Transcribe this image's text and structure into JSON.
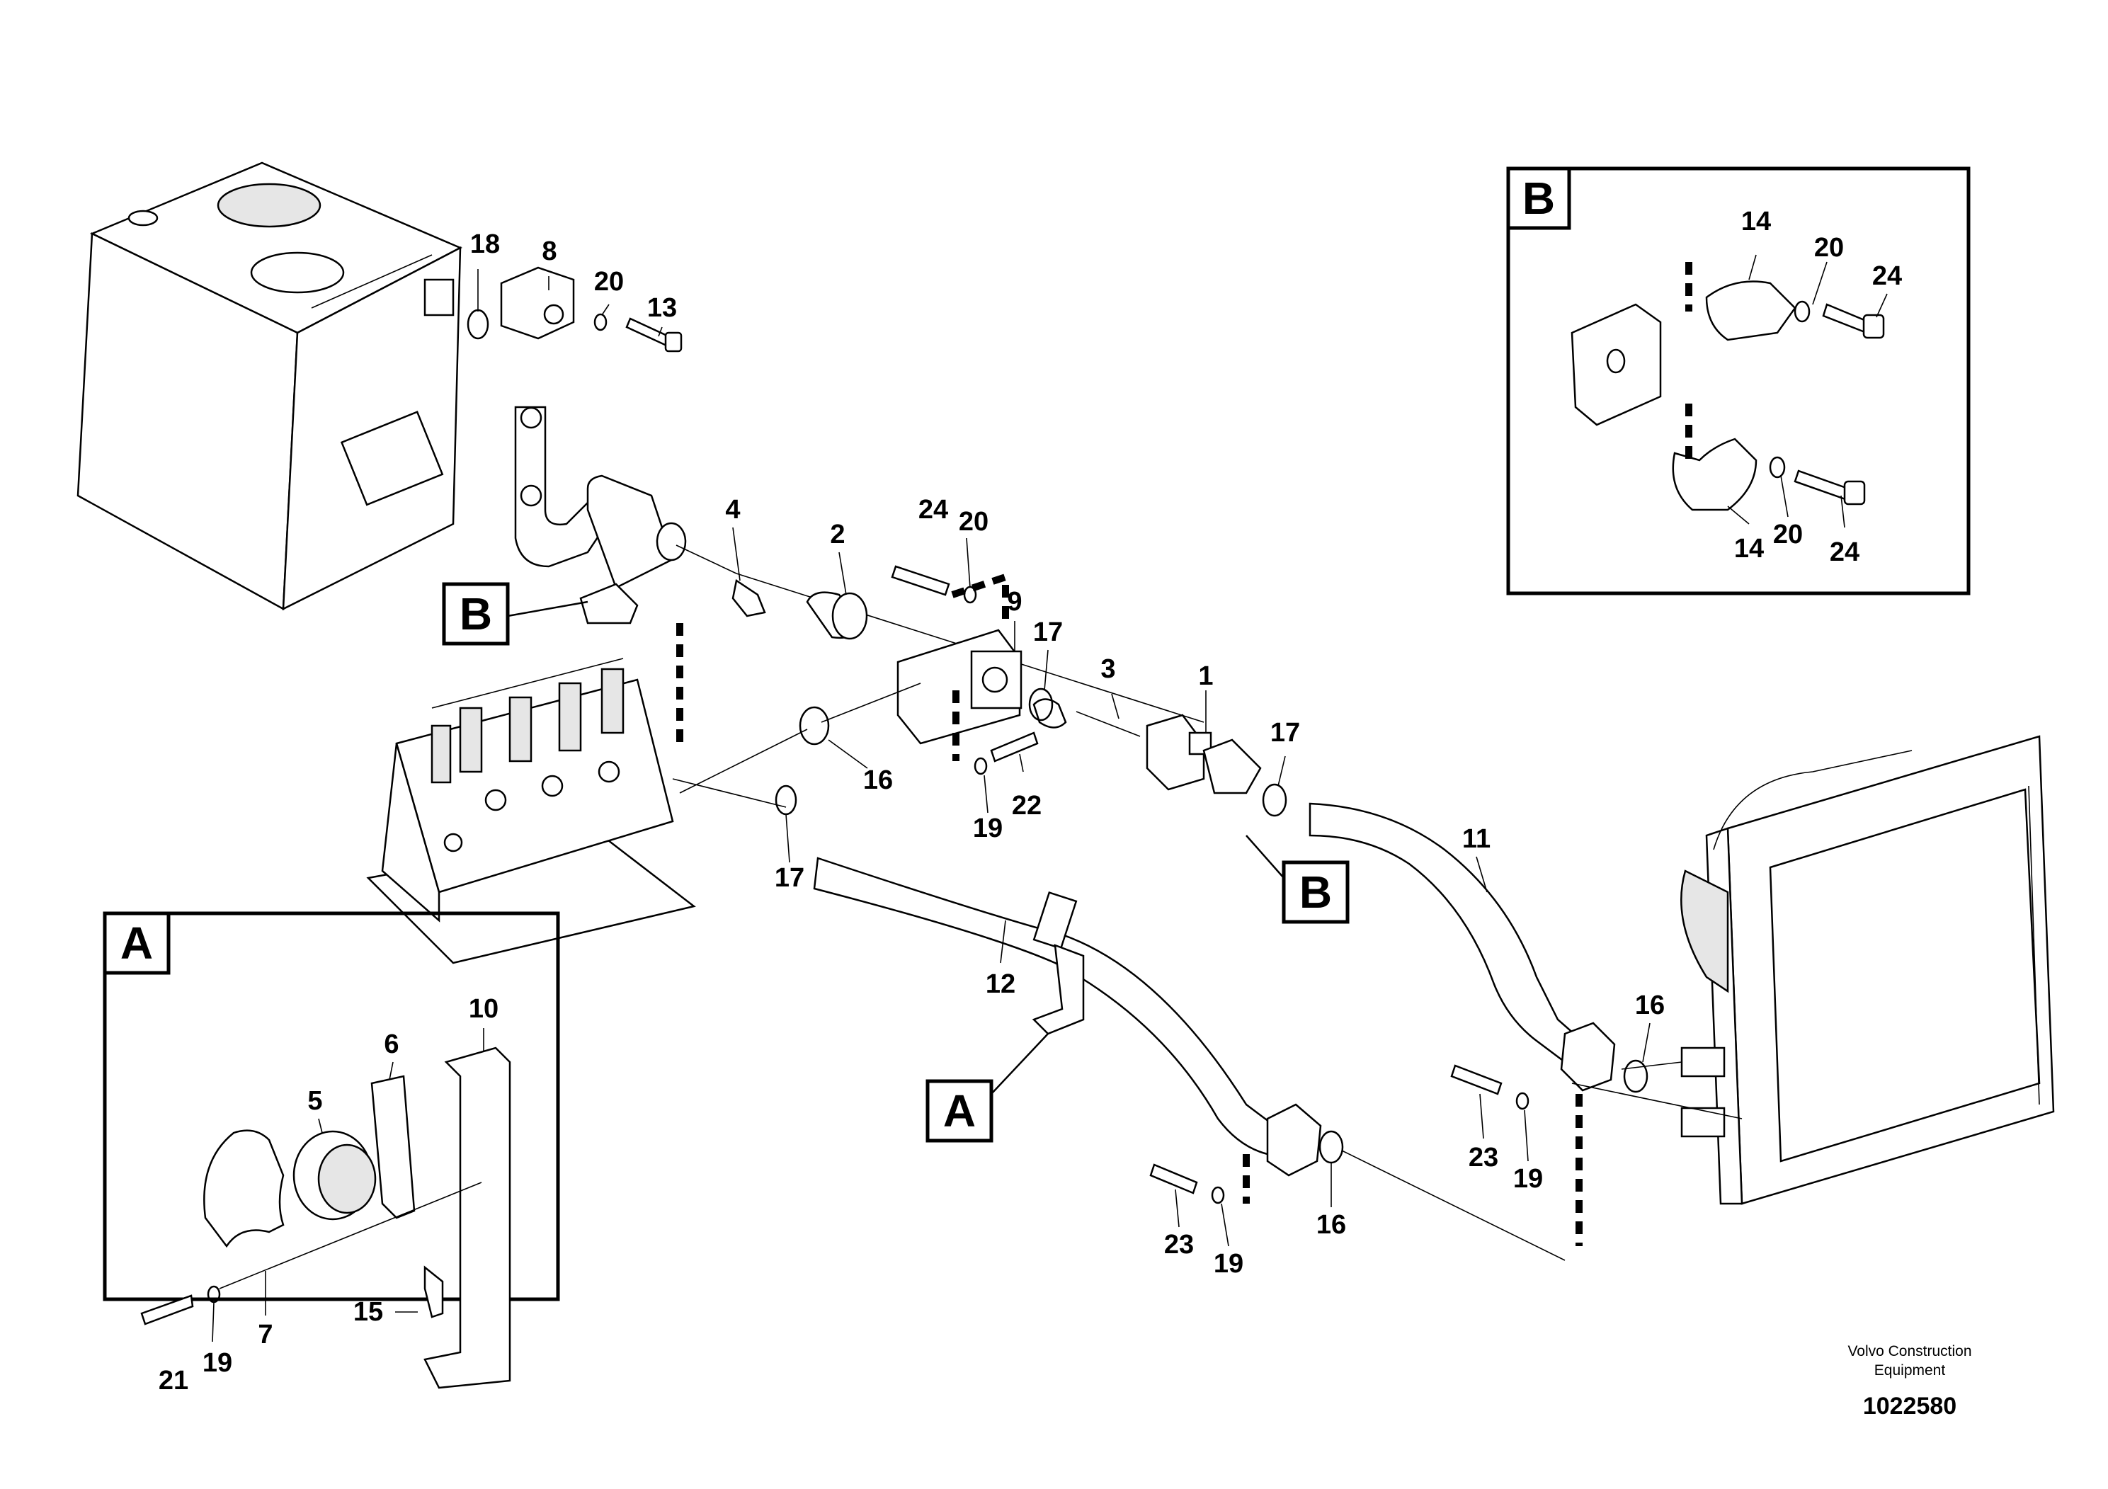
{
  "inset_a": {
    "letter": "A"
  },
  "inset_b": {
    "letter": "B"
  },
  "refs": {
    "a": "A",
    "b": "B"
  },
  "callouts": {
    "c1": "1",
    "c2": "2",
    "c3": "3",
    "c4": "4",
    "c5": "5",
    "c6": "6",
    "c7": "7",
    "c8": "8",
    "c9": "9",
    "c10": "10",
    "c11": "11",
    "c12": "12",
    "c13": "13",
    "c14": "14",
    "c15": "15",
    "c16": "16",
    "c17": "17",
    "c18": "18",
    "c19": "19",
    "c20": "20",
    "c21": "21",
    "c22": "22",
    "c23": "23",
    "c24": "24"
  },
  "footer": {
    "credit_line1": "Volvo Construction",
    "credit_line2": "Equipment",
    "drawing_number": "1022580"
  }
}
